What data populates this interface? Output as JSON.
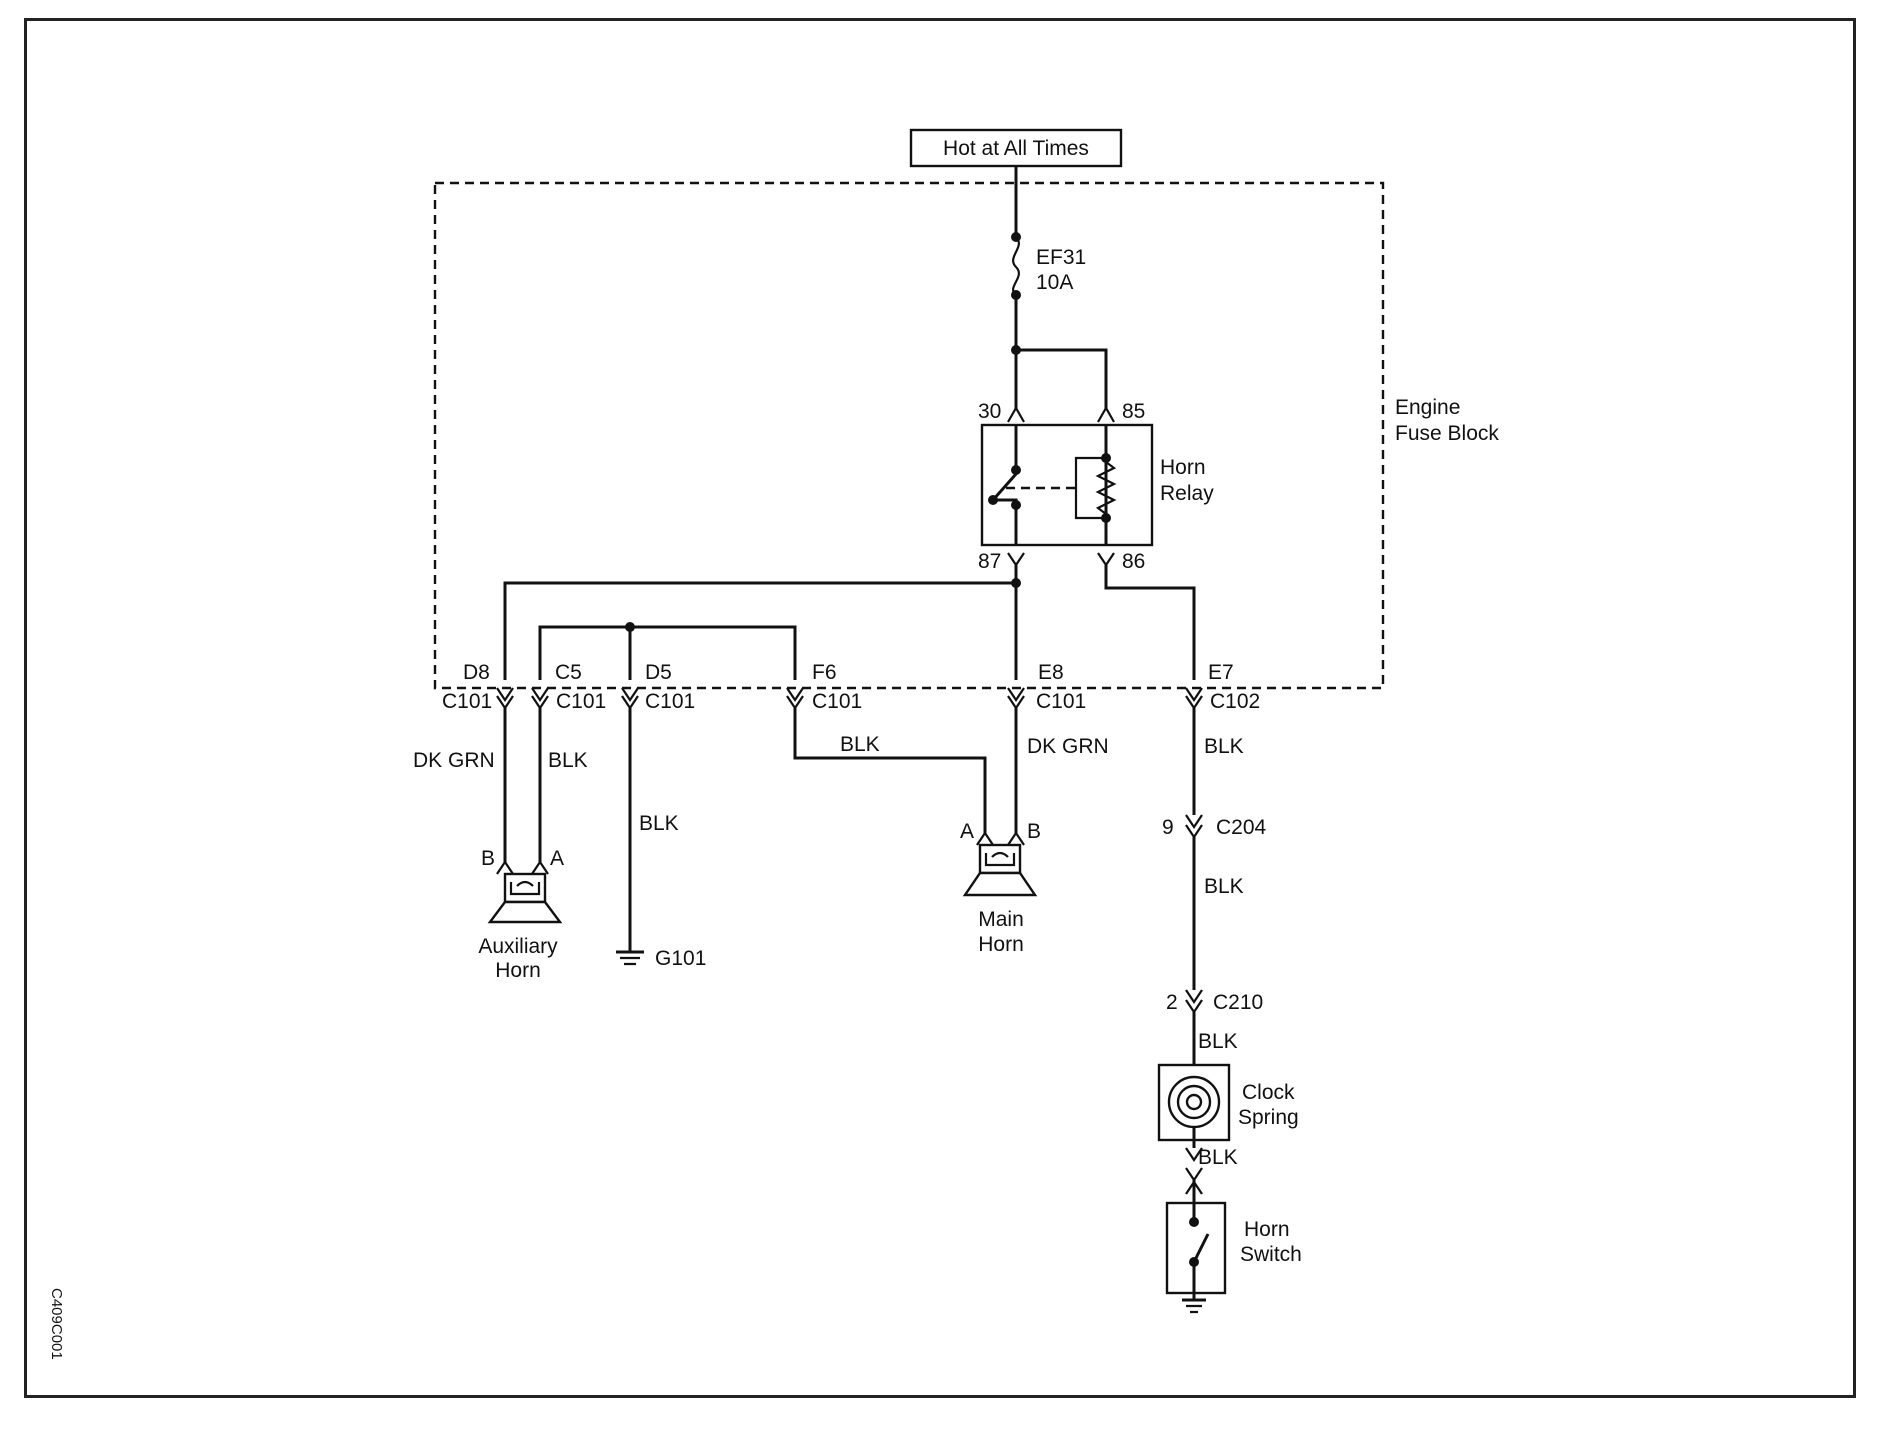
{
  "diagram_id": "C409C001",
  "power_box": "Hot at All Times",
  "fuse_block": {
    "line1": "Engine",
    "line2": "Fuse Block"
  },
  "fuse": {
    "name": "EF31",
    "rating": "10A"
  },
  "relay": {
    "line1": "Horn",
    "line2": "Relay",
    "pins": {
      "p30": "30",
      "p85": "85",
      "p87": "87",
      "p86": "86"
    }
  },
  "fuse_block_pins": {
    "d8": "D8",
    "c5": "C5",
    "d5": "D5",
    "f6": "F6",
    "e8": "E8",
    "e7": "E7"
  },
  "connectors": {
    "c101": "C101",
    "c102": "C102",
    "c204": "C204",
    "c204_pin": "9",
    "c210": "C210",
    "c210_pin": "2"
  },
  "wires": {
    "dk_grn": "DK GRN",
    "blk": "BLK"
  },
  "aux_horn": {
    "line1": "Auxiliary",
    "line2": "Horn",
    "pin_b": "B",
    "pin_a": "A"
  },
  "main_horn": {
    "line1": "Main",
    "line2": "Horn",
    "pin_a": "A",
    "pin_b": "B"
  },
  "ground": "G101",
  "clock_spring": {
    "line1": "Clock",
    "line2": "Spring"
  },
  "horn_switch": {
    "line1": "Horn",
    "line2": "Switch"
  }
}
